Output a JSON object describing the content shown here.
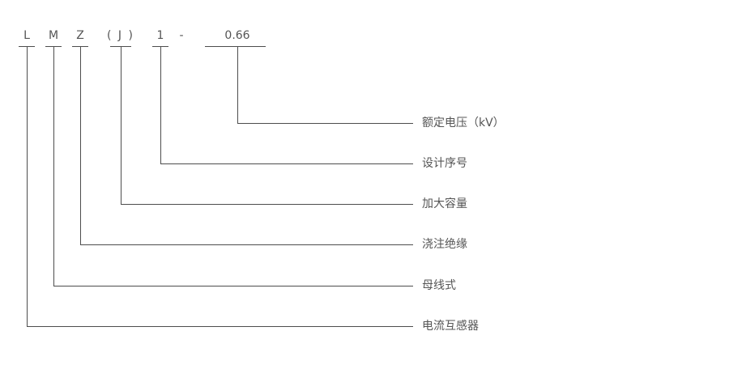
{
  "model_designation": {
    "full_code": "LMZ(J)1-0.66",
    "parts": [
      {
        "symbol": "L",
        "meaning": "电流互感器"
      },
      {
        "symbol": "M",
        "meaning": "母线式"
      },
      {
        "symbol": "Z",
        "meaning": "浇注绝缘"
      },
      {
        "symbol": "( J )",
        "meaning": "加大容量"
      },
      {
        "symbol": "1",
        "meaning": "设计序号"
      },
      {
        "symbol": "-",
        "meaning": ""
      },
      {
        "symbol": "0.66",
        "meaning": "额定电压（kV）"
      }
    ]
  },
  "colors": {
    "line": "#4d4d4d",
    "text": "#555555",
    "background": "#ffffff"
  }
}
